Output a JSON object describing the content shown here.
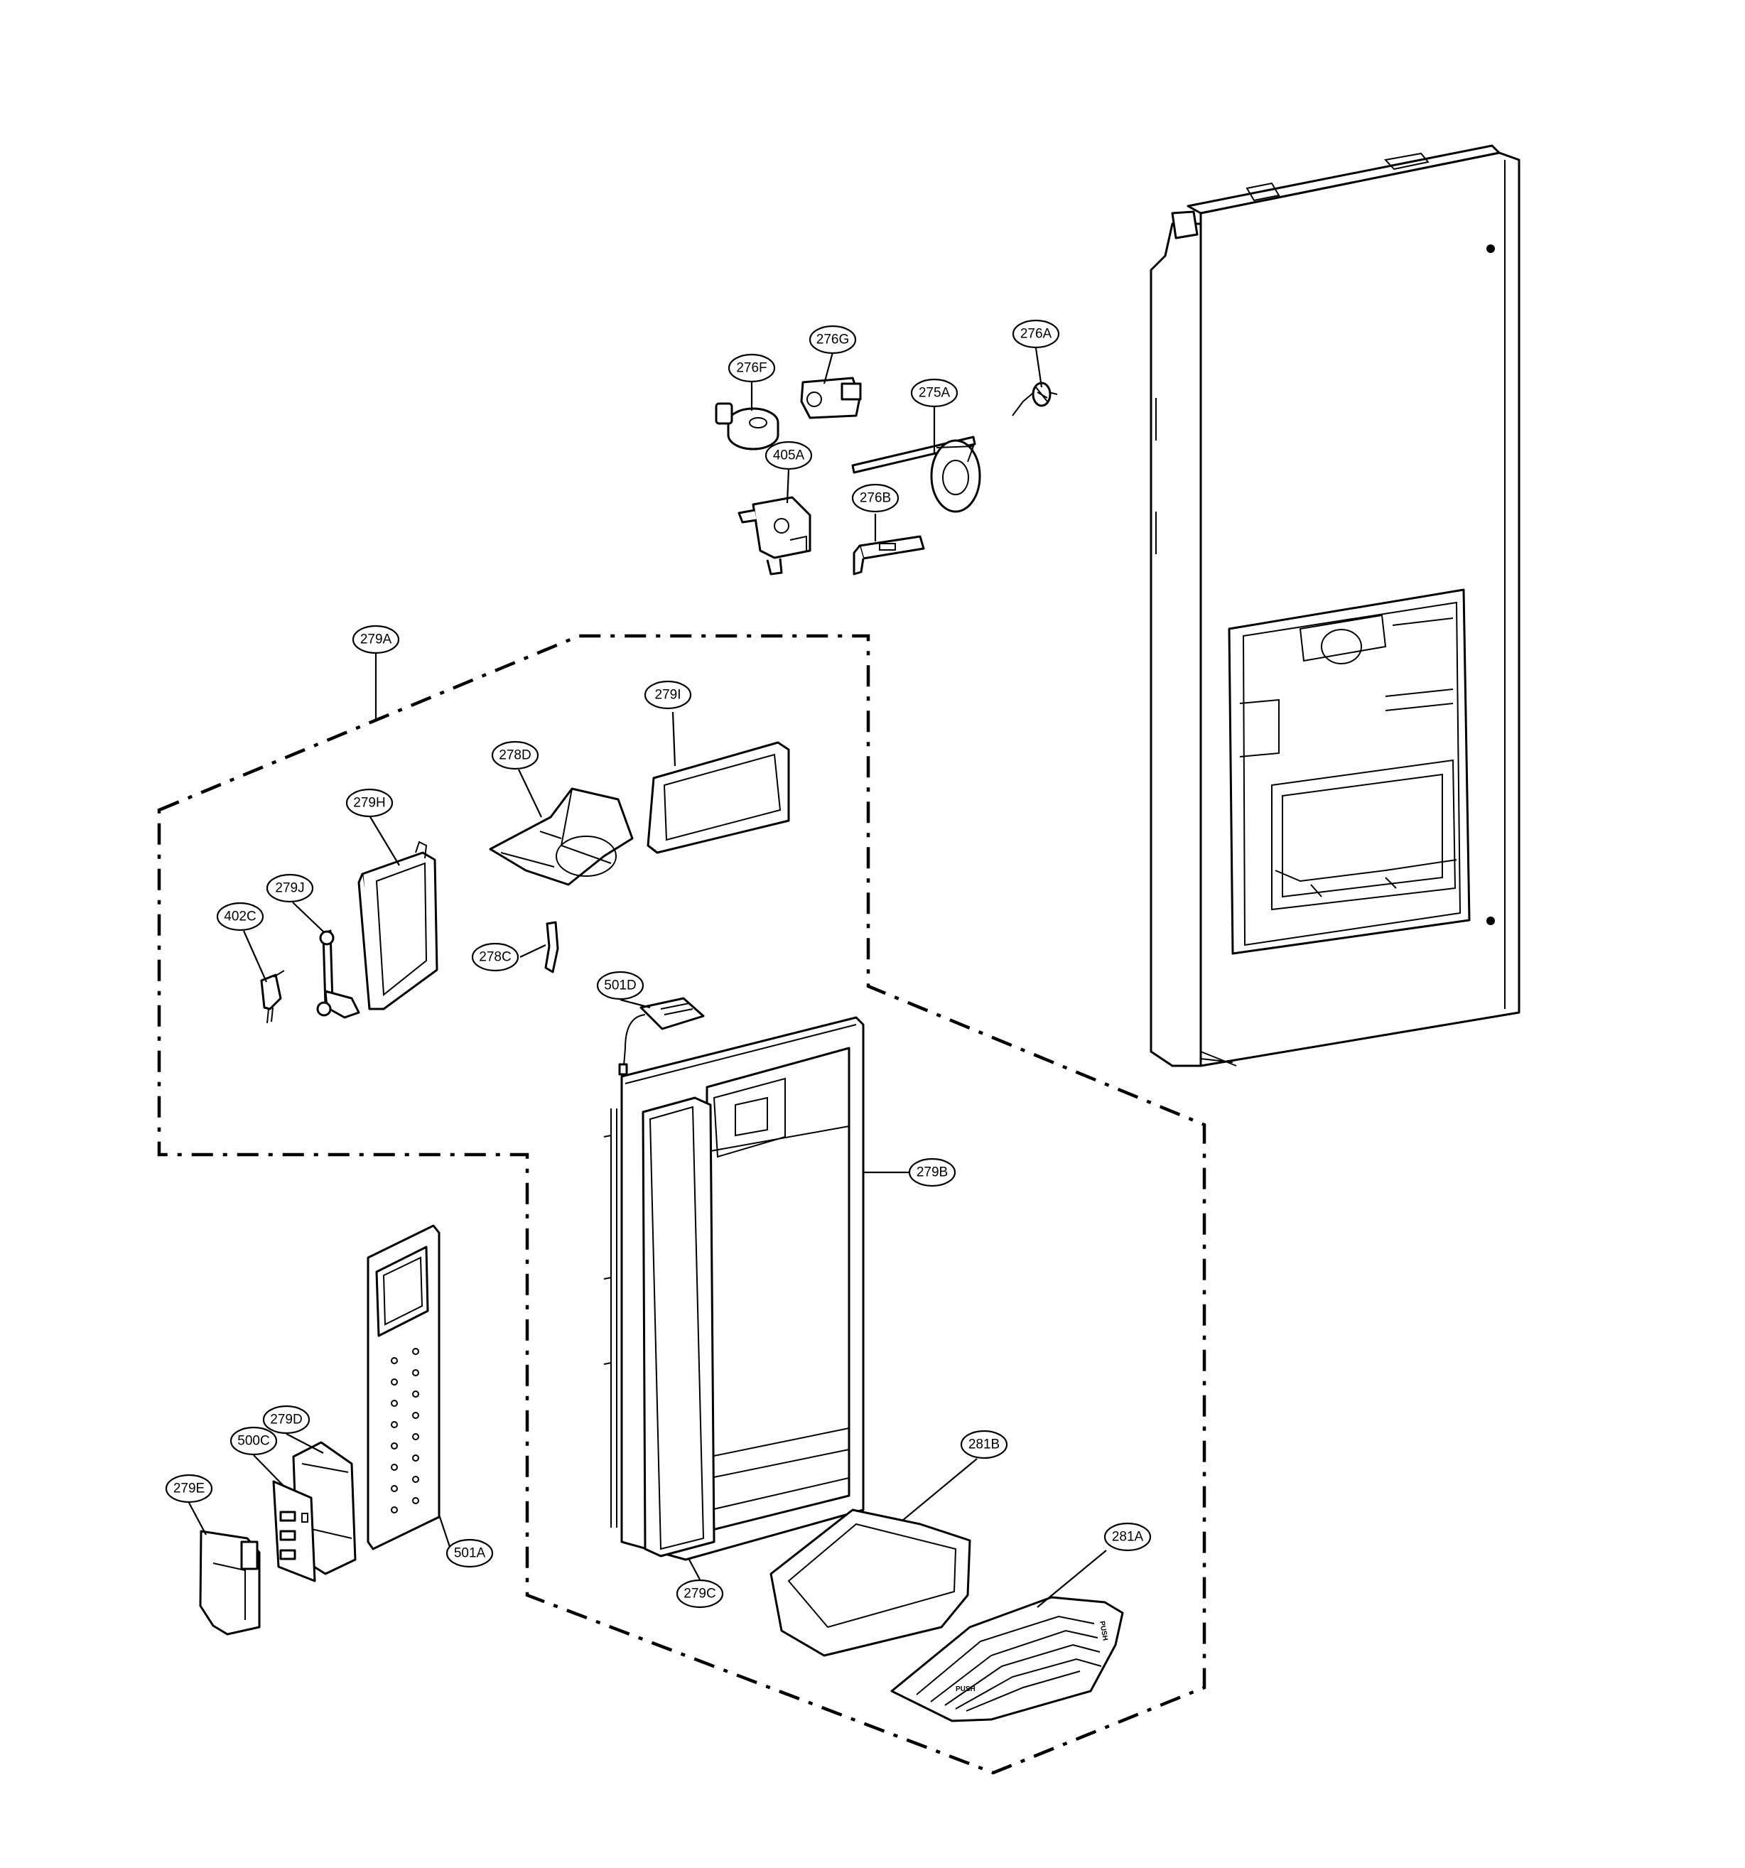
{
  "callouts": {
    "c276A": "276A",
    "c276G": "276G",
    "c276F": "276F",
    "c275A": "275A",
    "c405A": "405A",
    "c276B": "276B",
    "c279A": "279A",
    "c279I": "279I",
    "c278D": "278D",
    "c279H": "279H",
    "c279J": "279J",
    "c402C": "402C",
    "c278C": "278C",
    "c501D": "501D",
    "c279B": "279B",
    "c279D": "279D",
    "c500C": "500C",
    "c279E": "279E",
    "c501A": "501A",
    "c281B": "281B",
    "c281A": "281A",
    "c279C": "279C"
  },
  "tray_labels": {
    "push_1": "PUSH",
    "push_2": "PUSH"
  }
}
